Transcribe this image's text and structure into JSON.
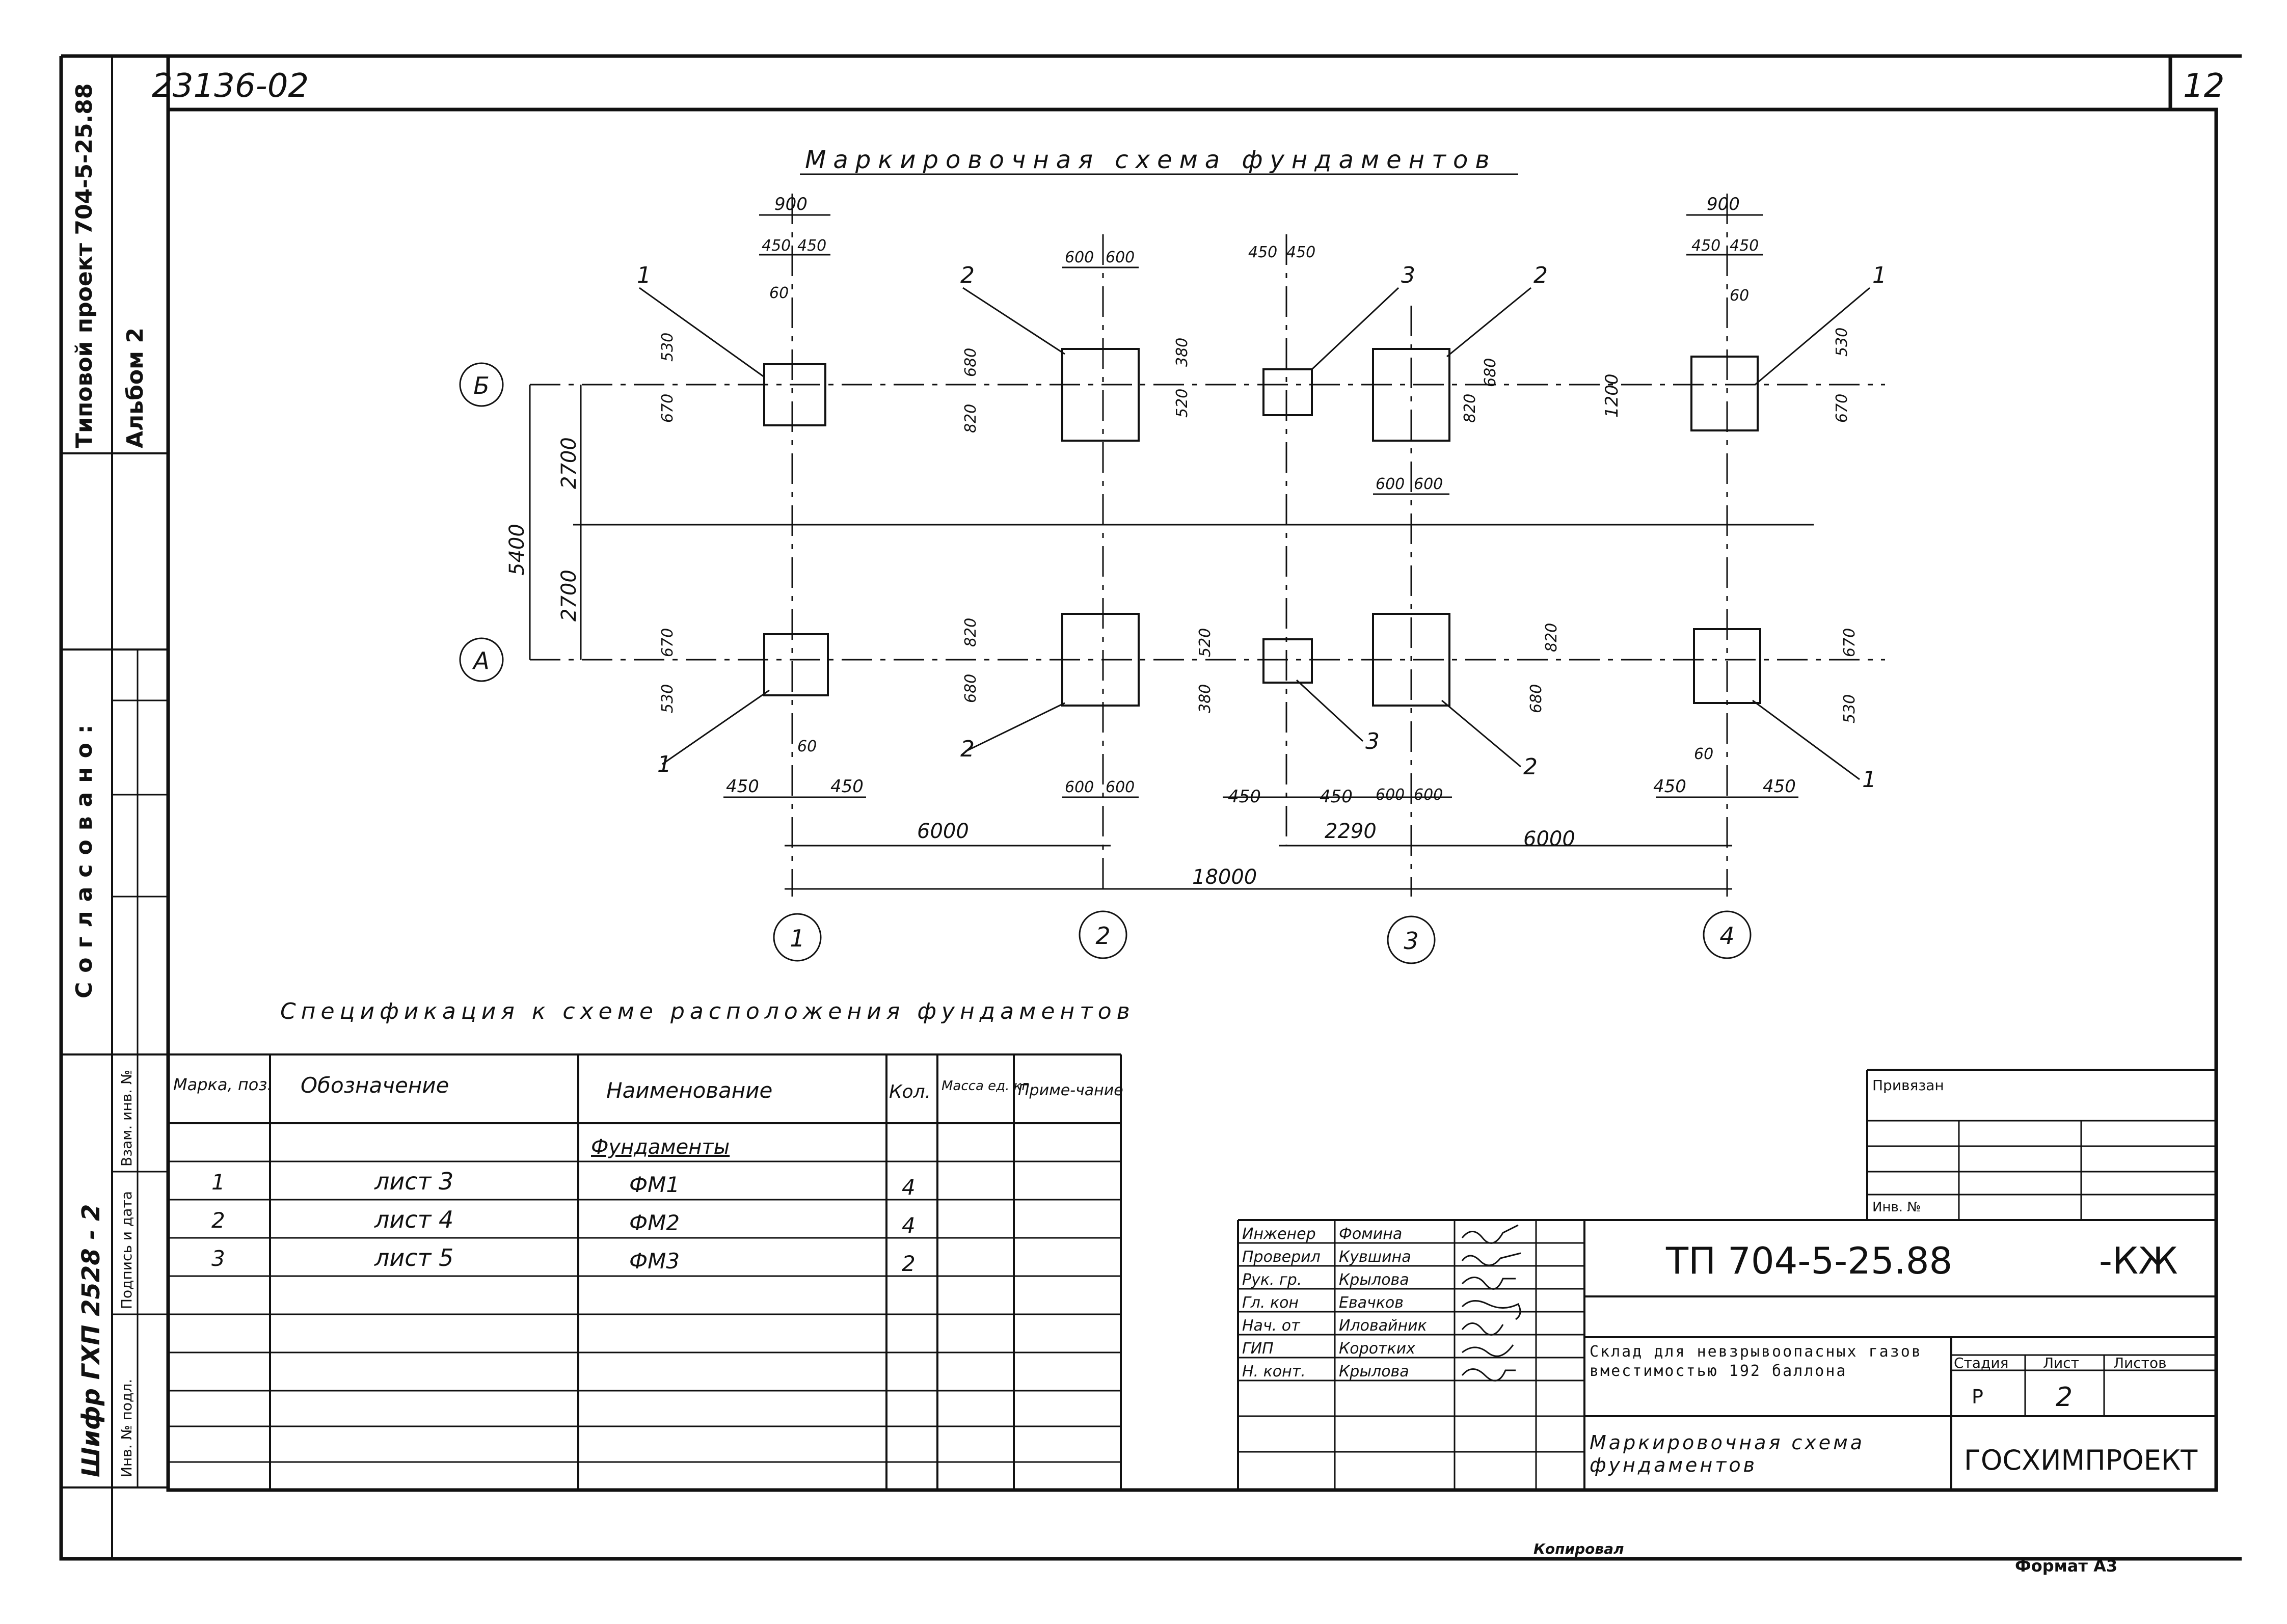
{
  "header": {
    "code": "23136-02",
    "sheet_number": "12",
    "side_project": "Типовой проект 704-5-25.88",
    "side_album": "Альбом 2",
    "side_agreed": "Согласовано:",
    "side_cipher": "Шифр ГХП 2528 - 2",
    "side_inv_repl": "Взам. инв. №",
    "side_sign_date": "Подпись и дата",
    "side_inv_orig": "Инв. № подл."
  },
  "plan": {
    "title": "Маркировочная схема фундаментов",
    "axes_rows": [
      "Б",
      "А"
    ],
    "axes_cols": [
      "1",
      "2",
      "3",
      "4"
    ],
    "dims": {
      "d900": "900",
      "d450": "450",
      "d60": "60",
      "d600": "600",
      "d530": "530",
      "d670": "670",
      "d680": "680",
      "d820": "820",
      "d380": "380",
      "d520": "520",
      "d1200": "1200",
      "d2700": "2700",
      "d5400": "5400",
      "d6000": "6000",
      "d2290": "2290",
      "d18000": "18000"
    },
    "marks": {
      "m1": "1",
      "m2": "2",
      "m3": "3"
    }
  },
  "spec": {
    "title": "Спецификация к схеме расположения фундаментов",
    "headers": {
      "mark": "Марка, поз.",
      "designation": "Обозначение",
      "name": "Наименование",
      "qty": "Кол.",
      "mass": "Масса ед. кг",
      "note": "Приме-чание"
    },
    "group": "Фундаменты",
    "rows": [
      {
        "mark": "1",
        "designation": "лист 3",
        "name": "ФМ1",
        "qty": "4"
      },
      {
        "mark": "2",
        "designation": "лист 4",
        "name": "ФМ2",
        "qty": "4"
      },
      {
        "mark": "3",
        "designation": "лист 5",
        "name": "ФМ3",
        "qty": "2"
      }
    ]
  },
  "titleblock": {
    "tied": "Привязан",
    "inv_no": "Инв. №",
    "staff": [
      {
        "role": "Инженер",
        "name": "Фомина"
      },
      {
        "role": "Проверил",
        "name": "Кувшина"
      },
      {
        "role": "Рук. гр.",
        "name": "Крылова"
      },
      {
        "role": "Гл. кон",
        "name": "Евачков"
      },
      {
        "role": "Нач. от",
        "name": "Иловайник"
      },
      {
        "role": "ГИП",
        "name": "Коротких"
      },
      {
        "role": "Н. конт.",
        "name": "Крылова"
      }
    ],
    "doc_code": "ТП 704-5-25.88",
    "doc_suffix": "-КЖ",
    "object_desc": "Склад для невзрывоопасных газов вместимостью 192 баллона",
    "stage_label": "Стадия",
    "sheet_label": "Лист",
    "sheets_label": "Листов",
    "stage": "Р",
    "sheet": "2",
    "sheets": "",
    "drawing_name": "Маркировочная схема фундаментов",
    "org": "ГОСХИМПРОЕКТ"
  },
  "footer": {
    "copy": "Копировал",
    "format": "Формат А3"
  }
}
